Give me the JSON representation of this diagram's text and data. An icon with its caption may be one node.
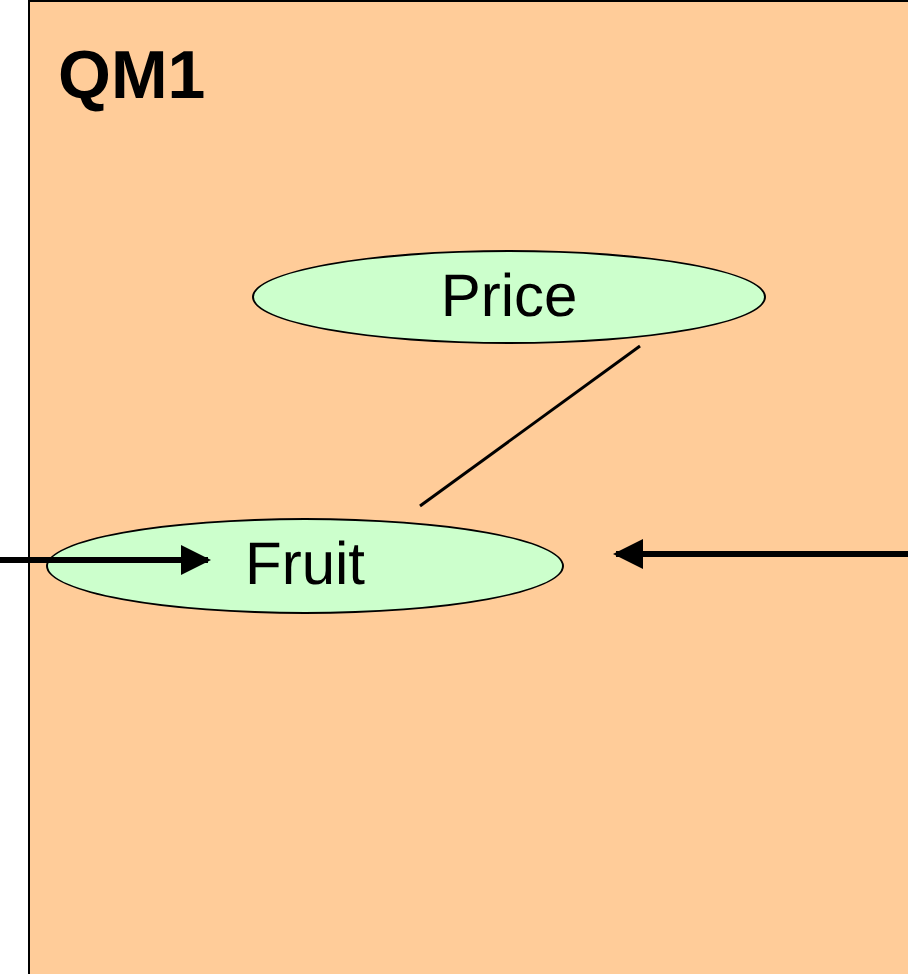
{
  "diagram": {
    "nodes": [
      {
        "text": [
          "QM1"
        ]
      },
      {
        "text": [
          "Price"
        ],
        "in": 0
      },
      {
        "text": [
          "Fruit"
        ],
        "in": 0
      }
    ],
    "edges": [
      {
        "from": 1,
        "to": 2,
        "arrow": "none"
      },
      {
        "from": null,
        "to": 2,
        "arrow": "to"
      },
      {
        "from": null,
        "to": 2,
        "arrow": "to"
      }
    ]
  }
}
